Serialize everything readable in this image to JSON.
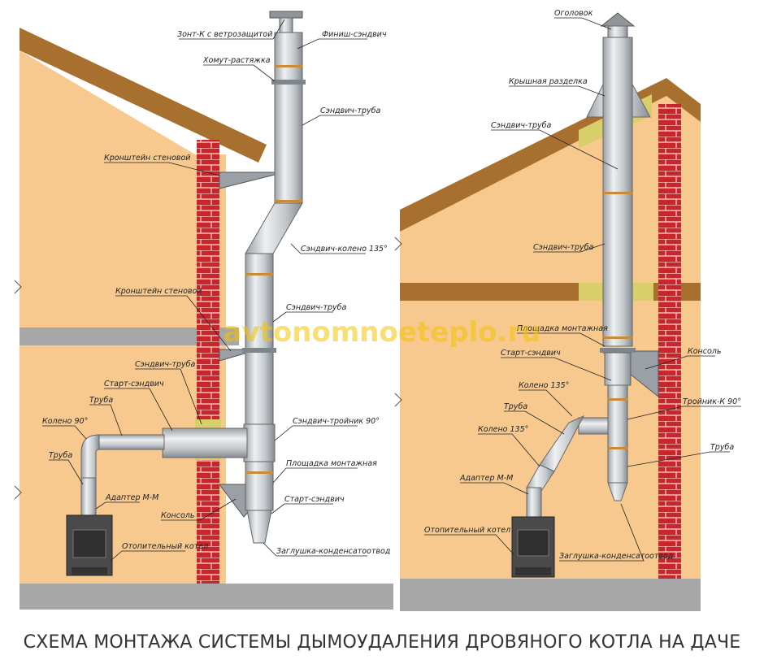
{
  "watermark": "avtonomnoeteplo.ru",
  "caption": "СХЕМА МОНТАЖА СИСТЕМЫ ДЫМОУДАЛЕНИЯ ДРОВЯНОГО КОТЛА НА ДАЧЕ",
  "left_labels": {
    "zont": "Зонт-К с ветрозащитой",
    "finish": "Финиш-сэндвич",
    "khomut": "Хомут-растяжка",
    "sandwich_pipe_top": "Сэндвич-труба",
    "bracket_top": "Кронштейн стеновой",
    "elbow135": "Сэндвич-колено 135°",
    "bracket_mid": "Кронштейн стеновой",
    "sandwich_pipe_mid": "Сэндвич-труба",
    "sandwich_pipe_wall": "Сэндвич-труба",
    "start_sandwich_wall": "Старт-сэндвич",
    "pipe_upper": "Труба",
    "elbow90": "Колено 90°",
    "tee90": "Сэндвич-тройник 90°",
    "pipe_lower": "Труба",
    "platform": "Площадка монтажная",
    "adapter": "Адаптер М-М",
    "start_sandwich_bottom": "Старт-сэндвич",
    "console": "Консоль",
    "boiler": "Отопительный котел",
    "plug": "Заглушка-конденсатоотвод"
  },
  "right_labels": {
    "cap": "Оголовок",
    "roof_cut": "Крышная разделка",
    "sandwich_pipe_top": "Сэндвич-труба",
    "sandwich_pipe_mid": "Сэндвич-труба",
    "platform": "Площадка монтажная",
    "start_sandwich": "Старт-сэндвич",
    "console": "Консоль",
    "elbow135_a": "Колено 135°",
    "tee_k90": "Тройник-К 90°",
    "pipe_a": "Труба",
    "elbow135_b": "Колено 135°",
    "pipe_b": "Труба",
    "adapter": "Адаптер М-М",
    "boiler": "Отопительный котел",
    "plug": "Заглушка-конденсатоотвод"
  },
  "colors": {
    "wall_fill": "#f7c98f",
    "brick": "#c8262b",
    "roof": "#a8702f",
    "floor": "#a7a7a7",
    "pipe": "#c7ccd0",
    "insulation": "#d8cf6b",
    "boiler": "#4a4a4a"
  }
}
